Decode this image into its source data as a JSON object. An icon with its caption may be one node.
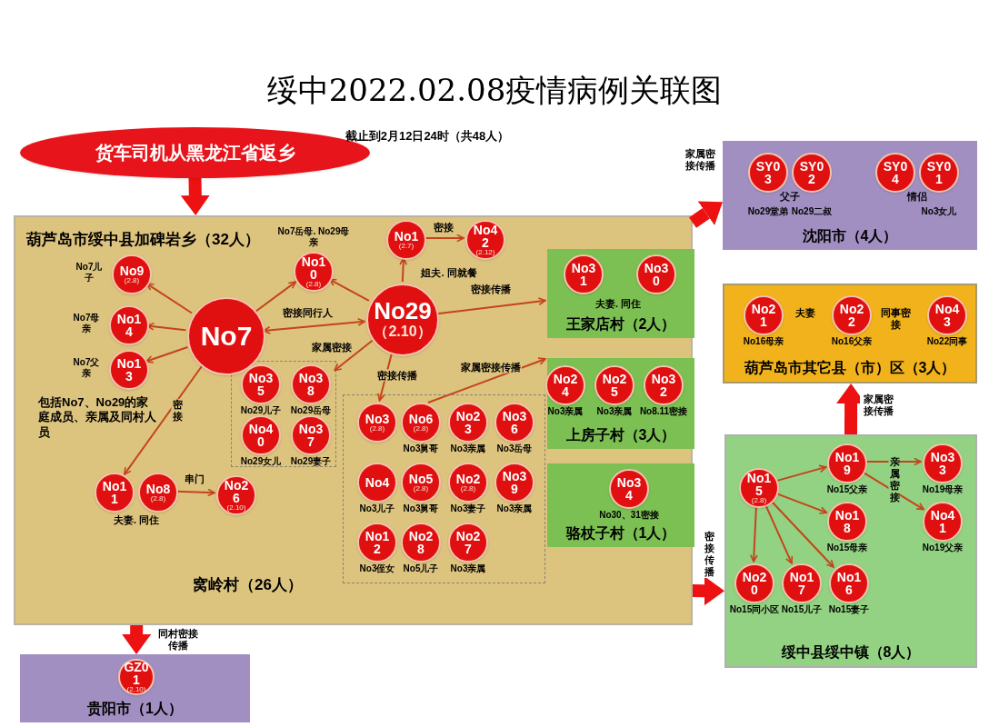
{
  "diagram": {
    "title": "绥中2022.02.08疫情病例关联图",
    "nodes": [
      {
        "text": [
          "货车司机从黑龙江省返乡"
        ]
      },
      {
        "text": [
          "葫芦岛市绥中县加碑岩乡（32人）",
          "包括No7、No29的家庭成员、亲属及同村人员",
          "窝岭村（26人）"
        ]
      },
      {
        "text": [
          "No9",
          "(2.8)"
        ],
        "beside": [
          "No7儿子"
        ],
        "in": 1
      },
      {
        "text": [
          "No14"
        ],
        "beside": [
          "No7母亲"
        ],
        "in": 1
      },
      {
        "text": [
          "No13"
        ],
        "beside": [
          "No7父亲"
        ],
        "in": 1
      },
      {
        "text": [
          "No7"
        ],
        "in": 1
      },
      {
        "text": [
          "No10",
          "(2.8)"
        ],
        "beside": [
          "No7岳母. No29母亲"
        ],
        "in": 1
      },
      {
        "text": [
          "No1",
          "(2.7)"
        ],
        "in": 1
      },
      {
        "text": [
          "No42",
          "(2.12)"
        ],
        "in": 1
      },
      {
        "text": [
          "No29",
          "（2.10）"
        ],
        "in": 1
      },
      {
        "text": [],
        "shape": "box",
        "in": 1
      },
      {
        "text": [
          "No35"
        ],
        "beside": [
          "No29儿子"
        ],
        "in": 10
      },
      {
        "text": [
          "No38"
        ],
        "beside": [
          "No29岳母"
        ],
        "in": 10
      },
      {
        "text": [
          "No40"
        ],
        "beside": [
          "No29女儿"
        ],
        "in": 10
      },
      {
        "text": [
          "No37"
        ],
        "beside": [
          "No29妻子"
        ],
        "in": 10
      },
      {
        "text": [],
        "shape": "box",
        "in": 1
      },
      {
        "text": [
          "No3",
          "(2.8)"
        ],
        "in": 15
      },
      {
        "text": [
          "No6",
          "(2.8)"
        ],
        "beside": [
          "No3舅哥"
        ],
        "in": 15
      },
      {
        "text": [
          "No23"
        ],
        "beside": [
          "No3亲属"
        ],
        "in": 15
      },
      {
        "text": [
          "No36"
        ],
        "beside": [
          "No3岳母"
        ],
        "in": 15
      },
      {
        "text": [
          "No4"
        ],
        "beside": [
          "No3儿子"
        ],
        "in": 15
      },
      {
        "text": [
          "No5",
          "(2.8)"
        ],
        "beside": [
          "No3舅哥"
        ],
        "in": 15
      },
      {
        "text": [
          "No2",
          "(2.8)"
        ],
        "beside": [
          "No3妻子"
        ],
        "in": 15
      },
      {
        "text": [
          "No39"
        ],
        "beside": [
          "No3亲属"
        ],
        "in": 15
      },
      {
        "text": [
          "No12"
        ],
        "beside": [
          "No3侄女"
        ],
        "in": 15
      },
      {
        "text": [
          "No28"
        ],
        "beside": [
          "No5儿子"
        ],
        "in": 15
      },
      {
        "text": [
          "No27"
        ],
        "beside": [
          "No3亲属"
        ],
        "in": 15
      },
      {
        "text": [
          "No11"
        ],
        "in": 1
      },
      {
        "text": [
          "No8",
          "(2.8)"
        ],
        "in": 1
      },
      {
        "text": [
          "No26",
          "(2.10)"
        ],
        "in": 1
      },
      {
        "text": [
          "王家店村（2人）"
        ],
        "in": 1
      },
      {
        "text": [
          "No31"
        ],
        "in": 30
      },
      {
        "text": [
          "No30"
        ],
        "in": 30
      },
      {
        "text": [
          "上房子村（3人）"
        ],
        "in": 1
      },
      {
        "text": [
          "No24"
        ],
        "beside": [
          "No3亲属"
        ],
        "in": 33
      },
      {
        "text": [
          "No25"
        ],
        "beside": [
          "No3亲属"
        ],
        "in": 33
      },
      {
        "text": [
          "No32"
        ],
        "beside": [
          "No8.11密接"
        ],
        "in": 33
      },
      {
        "text": [
          "骆杖子村（1人）"
        ],
        "in": 1
      },
      {
        "text": [
          "No34"
        ],
        "beside": [
          "No30、31密接"
        ],
        "in": 37
      },
      {
        "text": [
          "贵阳市（1人）"
        ]
      },
      {
        "text": [
          "GZ01",
          "(2.10)"
        ],
        "in": 39
      },
      {
        "text": [
          "沈阳市（4人）"
        ]
      },
      {
        "text": [
          "SY03"
        ],
        "beside": [
          "No29堂弟"
        ],
        "in": 41
      },
      {
        "text": [
          "SY02"
        ],
        "beside": [
          "No29二叔"
        ],
        "in": 41
      },
      {
        "text": [
          "SY04"
        ],
        "in": 41
      },
      {
        "text": [
          "SY01"
        ],
        "beside": [
          "No3女儿"
        ],
        "in": 41
      },
      {
        "text": [
          "葫芦岛市其它县（市）区（3人）"
        ]
      },
      {
        "text": [
          "No21"
        ],
        "beside": [
          "No16母亲"
        ],
        "in": 46
      },
      {
        "text": [
          "No22"
        ],
        "beside": [
          "No16父亲"
        ],
        "in": 46
      },
      {
        "text": [
          "No43"
        ],
        "beside": [
          "No22同事"
        ],
        "in": 46
      },
      {
        "text": [
          "绥中县绥中镇（8人）"
        ]
      },
      {
        "text": [
          "No15",
          "(2.8)"
        ],
        "in": 50
      },
      {
        "text": [
          "No19"
        ],
        "beside": [
          "No15父亲"
        ],
        "in": 50
      },
      {
        "text": [
          "No33"
        ],
        "beside": [
          "No19母亲"
        ],
        "in": 50
      },
      {
        "text": [
          "No18"
        ],
        "beside": [
          "No15母亲"
        ],
        "in": 50
      },
      {
        "text": [
          "No41"
        ],
        "beside": [
          "No19父亲"
        ],
        "in": 50
      },
      {
        "text": [
          "No20"
        ],
        "beside": [
          "No15同小区"
        ],
        "in": 50
      },
      {
        "text": [
          "No17"
        ],
        "beside": [
          "No15儿子"
        ],
        "in": 50
      },
      {
        "text": [
          "No16"
        ],
        "beside": [
          "No15妻子"
        ],
        "in": 50
      }
    ],
    "edges": [
      {
        "from": 0,
        "to": 1,
        "arrow": "to",
        "style": "thick",
        "color": "#ee1111"
      },
      {
        "from": 5,
        "to": 2,
        "arrow": "to"
      },
      {
        "from": 5,
        "to": 3,
        "arrow": "to"
      },
      {
        "from": 5,
        "to": 4,
        "arrow": "to"
      },
      {
        "from": 5,
        "to": 6,
        "arrow": "to"
      },
      {
        "from": 5,
        "to": 9,
        "arrow": "both",
        "label": "密接同行人"
      },
      {
        "from": 9,
        "to": 6,
        "arrow": "to"
      },
      {
        "from": 9,
        "to": 7,
        "arrow": "to",
        "label": "姐夫. 同就餐"
      },
      {
        "from": 7,
        "to": 8,
        "arrow": "to",
        "label": "密接"
      },
      {
        "from": 9,
        "to": 30,
        "arrow": "to",
        "label": "密接传播"
      },
      {
        "from": 9,
        "to": 10,
        "arrow": "to",
        "label": "家属密接"
      },
      {
        "from": 9,
        "to": 16,
        "arrow": "to",
        "label": "密接传播"
      },
      {
        "from": 17,
        "to": 33,
        "arrow": "to",
        "label": "家属密接传播"
      },
      {
        "from": 5,
        "to": 27,
        "arrow": "to",
        "label": "密接"
      },
      {
        "from": 28,
        "to": 29,
        "arrow": "to",
        "label": "串门"
      },
      {
        "from": 1,
        "to": 39,
        "arrow": "to",
        "style": "thick",
        "color": "#ee1111",
        "label": "同村密接传播"
      },
      {
        "from": 1,
        "to": 41,
        "arrow": "to",
        "style": "thick",
        "color": "#ee1111",
        "label": "家属密接传播"
      },
      {
        "from": 1,
        "to": 50,
        "arrow": "to",
        "style": "thick",
        "color": "#ee1111",
        "label": "密接传播"
      },
      {
        "from": 50,
        "to": 46,
        "arrow": "to",
        "style": "thick",
        "color": "#ee1111",
        "label": "家属密接传播"
      },
      {
        "from": 51,
        "to": 52,
        "arrow": "to"
      },
      {
        "from": 51,
        "to": 54,
        "arrow": "to"
      },
      {
        "from": 51,
        "to": 56,
        "arrow": "to"
      },
      {
        "from": 51,
        "to": 57,
        "arrow": "to"
      },
      {
        "from": 51,
        "to": 58,
        "arrow": "to"
      },
      {
        "from": 52,
        "to": 53,
        "arrow": "to"
      },
      {
        "from": 52,
        "to": 55,
        "arrow": "to",
        "label": "亲属密接"
      }
    ],
    "labels": [
      "截止到2月12日24时（共48人）",
      "夫妻. 同住",
      "夫妻. 同住",
      "父子",
      "情侣",
      "夫妻",
      "同事密接"
    ]
  }
}
